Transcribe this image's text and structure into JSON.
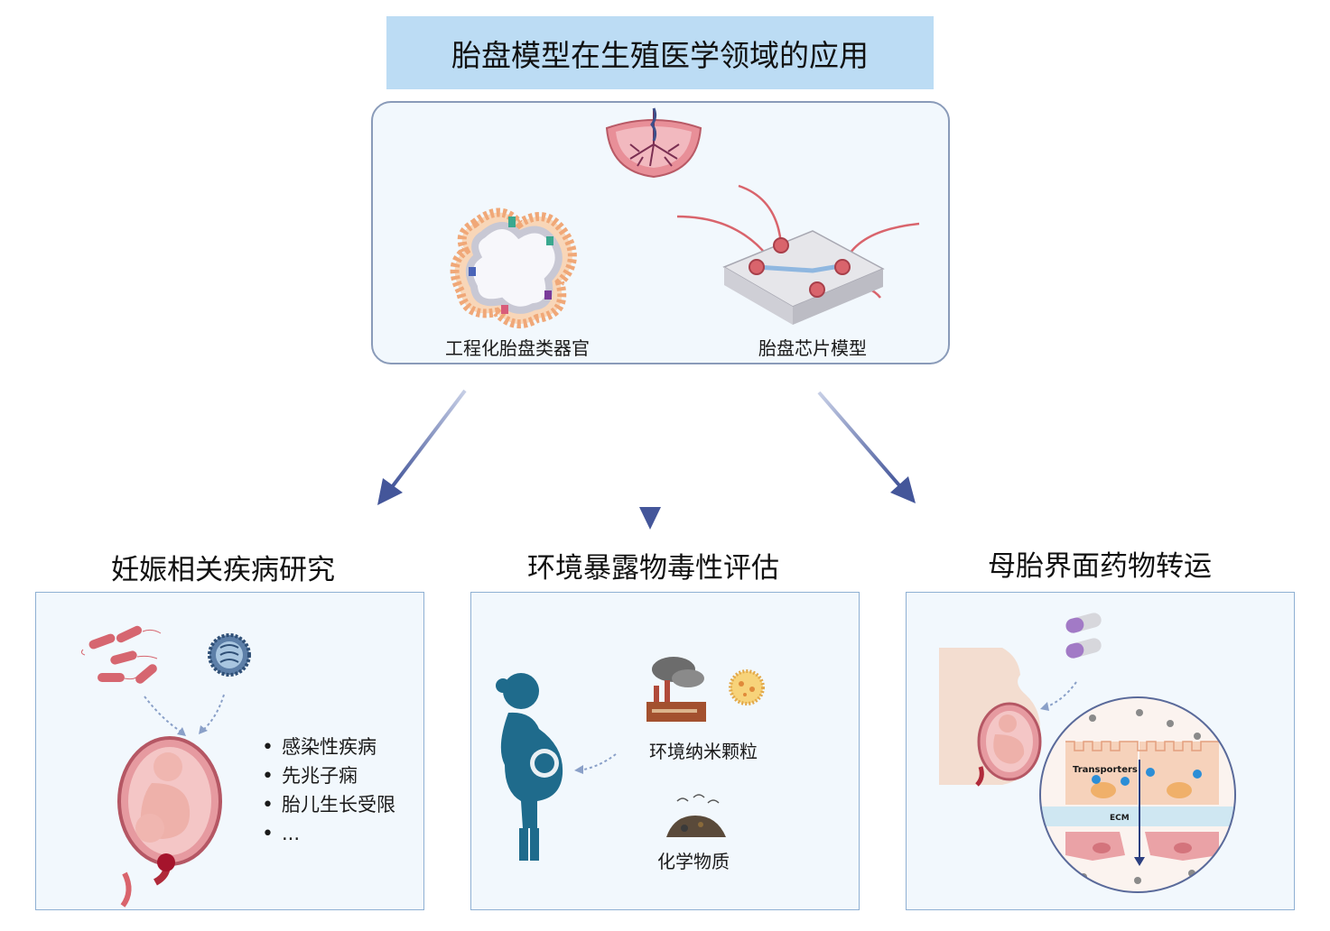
{
  "title": "胎盘模型在生殖医学领域的应用",
  "models": {
    "organoid_label": "工程化胎盘类器官",
    "chip_label": "胎盘芯片模型"
  },
  "panels": [
    {
      "heading": "妊娠相关疾病研究",
      "items": [
        "感染性疾病",
        "先兆子痫",
        "胎儿生长受限",
        "..."
      ]
    },
    {
      "heading": "环境暴露物毒性评估",
      "nanoparticles_label": "环境纳米颗粒",
      "chemicals_label": "化学物质"
    },
    {
      "heading": "母胎界面药物转运",
      "transporters_label": "Transporters",
      "ecm_label": "ECM"
    }
  ],
  "colors": {
    "title_bg": "#bcdcf4",
    "box_border": "#8a9bb9",
    "panel_bg": "#f2f8fd",
    "arrow": "#44569a",
    "silhouette": "#1f6b8c",
    "tissue": "#d97b82"
  },
  "icons": [
    "placenta-icon",
    "organoid-icon",
    "chip-icon",
    "bacteria-icon",
    "virus-icon",
    "fetus-icon",
    "pregnant-woman-icon",
    "factory-icon",
    "nanoparticle-icon",
    "chemical-waste-icon",
    "pill-icon",
    "placental-barrier-icon"
  ]
}
